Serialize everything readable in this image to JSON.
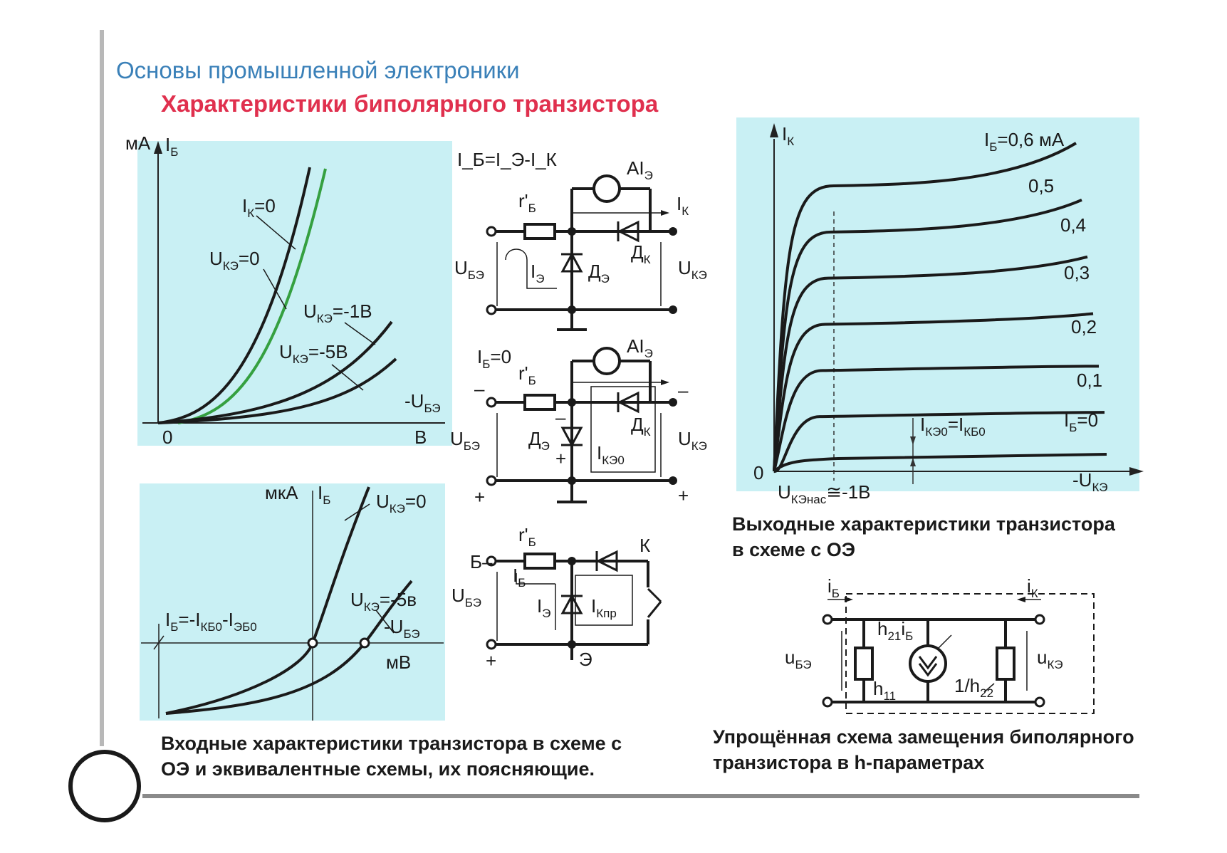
{
  "header": {
    "course": "Основы промышленной электроники",
    "topic": "Характеристики биполярного транзистора"
  },
  "input_chart": {
    "y_unit": "мА",
    "y_axis": "I",
    "y_axis_sub": "Б",
    "x_axis": "-U",
    "x_axis_sub": "БЭ",
    "x_unit": "В",
    "origin": "0",
    "curve_labels": [
      {
        "text": "I",
        "sub": "К",
        "rest": "=0"
      },
      {
        "text": "U",
        "sub": "КЭ",
        "rest": "=0"
      },
      {
        "text": "U",
        "sub": "КЭ",
        "rest": "=-1В"
      },
      {
        "text": "U",
        "sub": "КЭ",
        "rest": "=-5В"
      }
    ]
  },
  "reverse_chart": {
    "y_unit": "мкА",
    "y_axis": "I",
    "y_axis_sub": "Б",
    "x_axis": "-U",
    "x_axis_sub": "БЭ",
    "x_unit": "мВ",
    "curve_labels": [
      {
        "text": "U",
        "sub": "КЭ",
        "rest": "=0"
      },
      {
        "text": "U",
        "sub": "КЭ",
        "rest": "=-5в"
      }
    ],
    "crossing_label": {
      "text": "I",
      "sub": "Б",
      "rest": "=-I",
      "sub2": "КБ0",
      "rest2": "-I",
      "sub3": "ЭБ0"
    }
  },
  "circuits": {
    "c1": {
      "top_formula": "I_Б=I_Э-I_К",
      "meter": "AI",
      "meter_sub": "Э",
      "resistor": "r'",
      "resistor_sub": "Б",
      "out_current": "I",
      "out_current_sub": "К",
      "diode_c": "Д",
      "diode_c_sub": "К",
      "diode_e": "Д",
      "diode_e_sub": "Э",
      "loop_current": "I",
      "loop_current_sub": "Э",
      "u_in": "U",
      "u_in_sub": "БЭ",
      "u_out": "U",
      "u_out_sub": "КЭ"
    },
    "c2": {
      "ib": "I",
      "ib_sub": "Б",
      "ib_val": "=0",
      "meter": "AI",
      "meter_sub": "Э",
      "resistor": "r'",
      "resistor_sub": "Б",
      "diode_c": "Д",
      "diode_c_sub": "К",
      "diode_e": "Д",
      "diode_e_sub": "Э",
      "leak": "I",
      "leak_sub": "КЭ0",
      "u_in": "U",
      "u_in_sub": "БЭ",
      "u_out": "U",
      "u_out_sub": "КЭ",
      "minus": "–",
      "plus": "+"
    },
    "c3": {
      "resistor": "r'",
      "resistor_sub": "Б",
      "base": "Б–",
      "collector": "К",
      "emitter": "Э",
      "ib": "I",
      "ib_sub": "Б",
      "ie": "I",
      "ie_sub": "Э",
      "ikpr": "I",
      "ikpr_sub": "Кпр",
      "u_in": "U",
      "u_in_sub": "БЭ",
      "plus": "+"
    }
  },
  "output_chart": {
    "y_axis": "I",
    "y_axis_sub": "К",
    "x_axis": "-U",
    "x_axis_sub": "КЭ",
    "origin": "0",
    "sat_label": {
      "text": "U",
      "sub": "КЭнас",
      "rest": "≅-1В"
    },
    "leak_label": {
      "text": "I",
      "sub": "КЭ0",
      "rest": "=I",
      "sub2": "КБ0"
    },
    "curve_labels": [
      {
        "text": "I",
        "sub": "Б",
        "rest": "=0,6 мА"
      },
      {
        "text": "0,5"
      },
      {
        "text": "0,4"
      },
      {
        "text": "0,3"
      },
      {
        "text": "0,2"
      },
      {
        "text": "0,1"
      },
      {
        "text": "I",
        "sub": "Б",
        "rest": "=0"
      }
    ]
  },
  "chart_data": {
    "type": "line",
    "x_axis_label": "-U_КЭ",
    "y_axis_label": "I_К",
    "series": [
      {
        "name": "I_Б=0,6 мА",
        "plateau": 0.6
      },
      {
        "name": "0,5",
        "plateau": 0.5
      },
      {
        "name": "0,4",
        "plateau": 0.4
      },
      {
        "name": "0,3",
        "plateau": 0.3
      },
      {
        "name": "0,2",
        "plateau": 0.2
      },
      {
        "name": "0,1",
        "plateau": 0.1
      },
      {
        "name": "I_Б=0",
        "plateau": 0
      }
    ]
  },
  "hparam": {
    "ib": "i",
    "ib_sub": "Б",
    "ik": "i",
    "ik_sub": "К",
    "ube": "u",
    "ube_sub": "БЭ",
    "uke": "u",
    "uke_sub": "КЭ",
    "src": "h",
    "src_sub": "21",
    "src_i": "i",
    "src_i_sub": "Б",
    "h11": "h",
    "h11_sub": "11",
    "h22": "1/h",
    "h22_sub": "22"
  },
  "captions": {
    "input_line1": "Входные характеристики транзистора в схеме с",
    "input_line2": "ОЭ и эквивалентные схемы, их поясняющие.",
    "output_line1": "Выходные характеристики транзистора",
    "output_line2": "в схеме с ОЭ",
    "hparam_line1": "Упрощённая схема замещения биполярного",
    "hparam_line2": "транзистора в h-параметрах"
  }
}
